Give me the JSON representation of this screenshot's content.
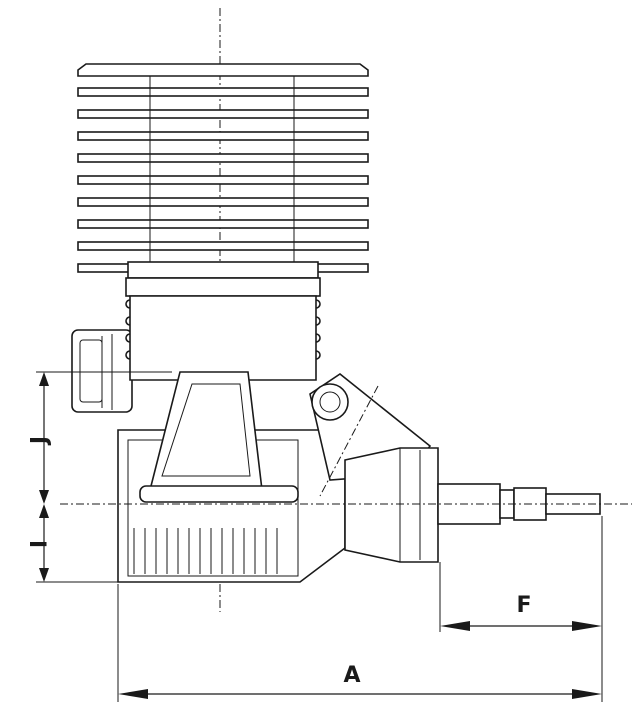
{
  "diagram": {
    "dimension_labels": {
      "A": "A",
      "F": "F",
      "J": "J",
      "I": "I"
    }
  }
}
